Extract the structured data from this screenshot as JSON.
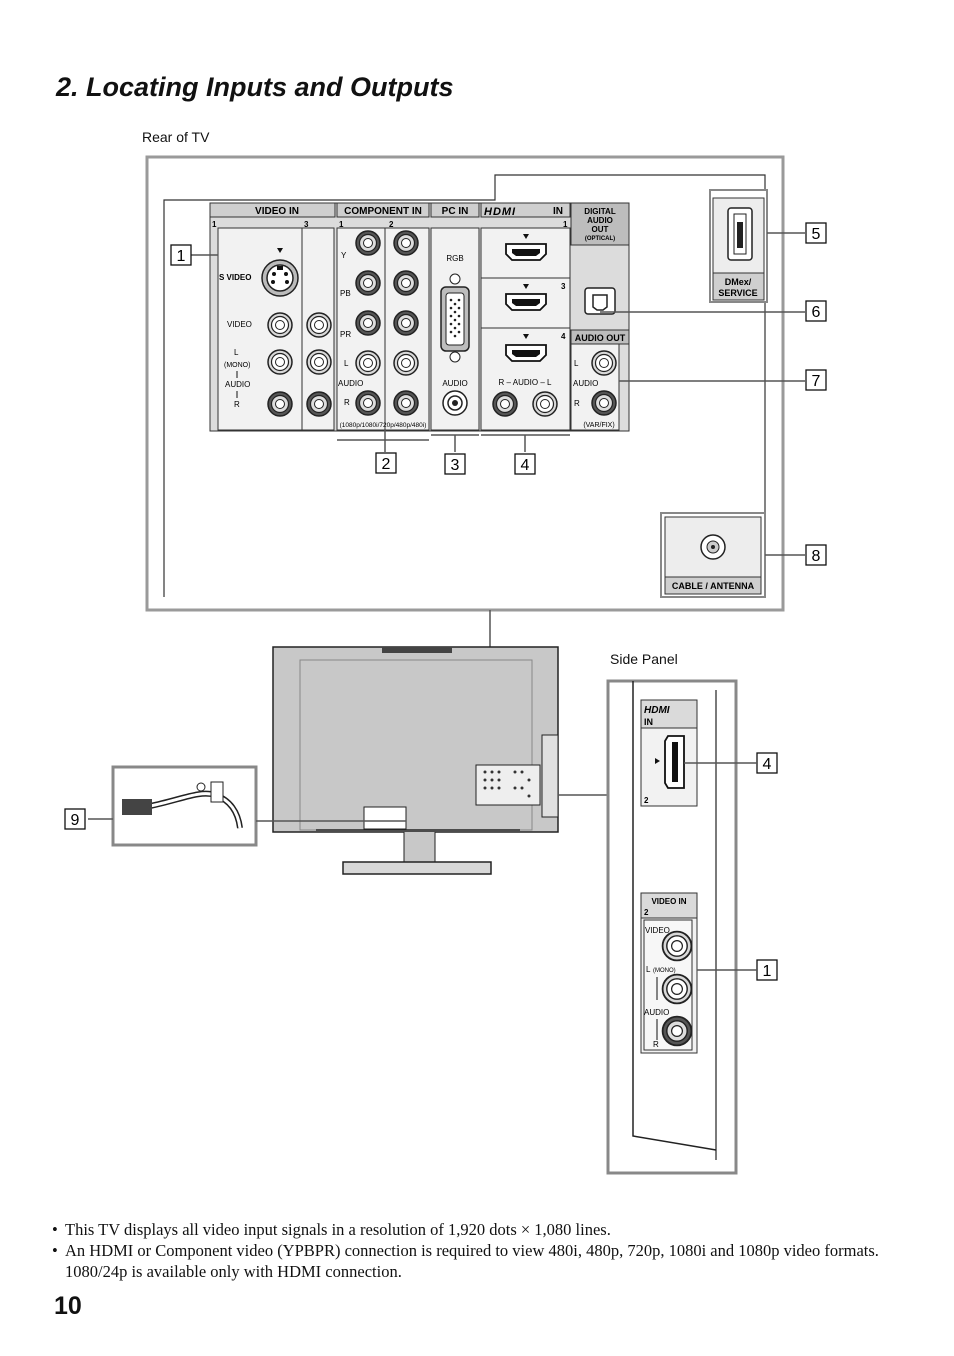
{
  "page": {
    "title": "2. Locating Inputs and Outputs",
    "number": "10"
  },
  "captions": {
    "rear": "Rear of TV",
    "side": "Side Panel"
  },
  "rear_panel": {
    "video_in": {
      "header": "VIDEO IN",
      "col1": "1",
      "col3": "3",
      "s_video": "S VIDEO",
      "video": "VIDEO",
      "l": "L",
      "mono": "(MONO)",
      "audio": "AUDIO",
      "r": "R"
    },
    "component_in": {
      "header": "COMPONENT IN",
      "col1": "1",
      "col2": "2",
      "y": "Y",
      "pb": "PB",
      "pr": "PR",
      "l": "L",
      "audio": "AUDIO",
      "r": "R",
      "formats": "(1080p/1080i/720p/480p/480i)"
    },
    "pc_in": {
      "header": "PC  IN",
      "rgb": "RGB",
      "audio": "AUDIO"
    },
    "hdmi_in": {
      "logo": "HDMI",
      "in": "IN",
      "port1": "1",
      "port3": "3",
      "port4": "4",
      "audio": "R – AUDIO –  L"
    },
    "digital_audio_out": {
      "line1": "DIGITAL",
      "line2": "AUDIO",
      "line3": "OUT",
      "line4": "(OPTICAL)"
    },
    "audio_out": {
      "header": "AUDIO OUT",
      "l": "L",
      "audio": "AUDIO",
      "r": "R",
      "varfix": "(VAR/FIX)"
    },
    "dmex": {
      "line1": "DMex/",
      "line2": "SERVICE"
    },
    "antenna": {
      "label": "CABLE / ANTENNA"
    }
  },
  "side_panel": {
    "hdmi": {
      "logo": "HDMI",
      "in": "IN",
      "port": "2"
    },
    "video_in": {
      "header": "VIDEO IN",
      "num": "2",
      "video": "VIDEO",
      "l": "L",
      "mono": "(MONO)",
      "audio": "AUDIO",
      "r": "R"
    }
  },
  "callouts": {
    "rear_video_in": "1",
    "component": "2",
    "pc": "3",
    "hdmi": "4",
    "dmex": "5",
    "optical": "6",
    "audio_out": "7",
    "antenna": "8",
    "power": "9",
    "side_hdmi": "4",
    "side_video": "1"
  },
  "notes": {
    "icon": "pencil-note-icon",
    "items": [
      "This TV displays all video input signals in a resolution of 1,920 dots × 1,080 lines.",
      "An HDMI or Component video (YPBPR) connection is required to view 480i, 480p, 720p, 1080i and 1080p video formats. 1080/24p is available only with HDMI connection."
    ]
  }
}
